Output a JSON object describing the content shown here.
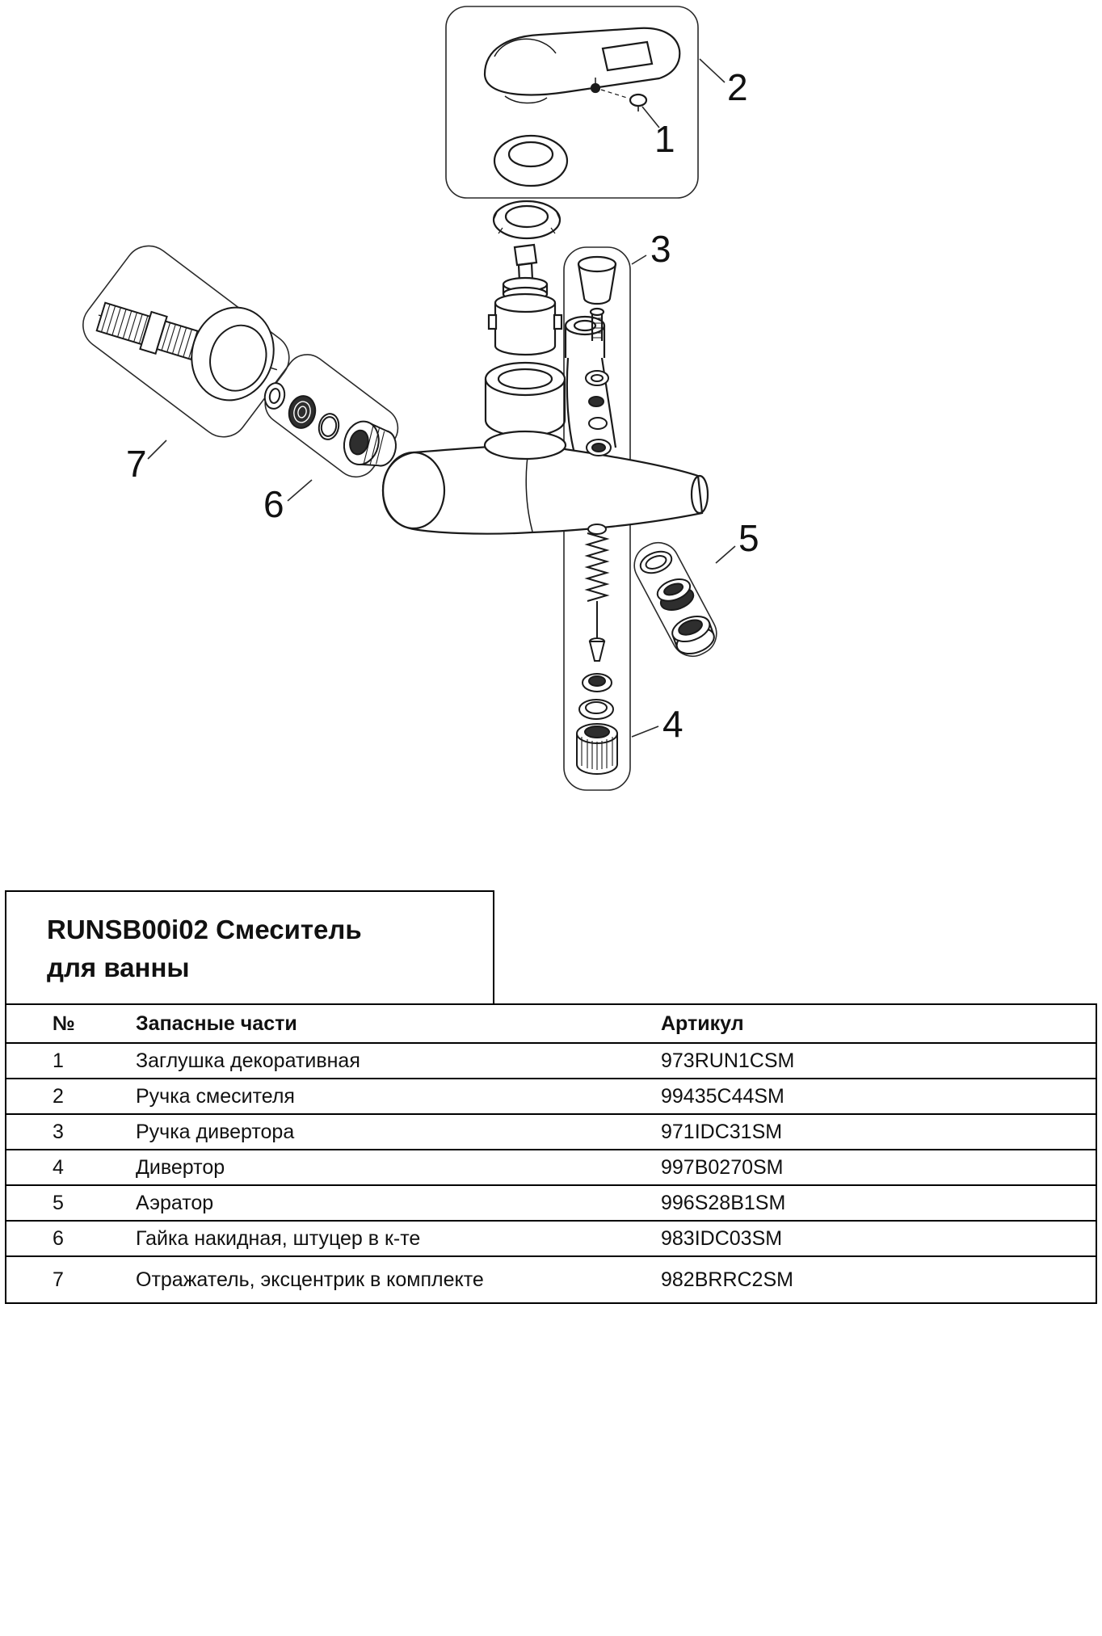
{
  "colors": {
    "line": "#1a1a1a",
    "dark_fill": "#2e2e2e",
    "box_line": "#2a2a2a",
    "table_border": "#000000",
    "background": "#ffffff"
  },
  "diagram": {
    "callouts": [
      "1",
      "2",
      "3",
      "4",
      "5",
      "6",
      "7"
    ]
  },
  "title": {
    "line1": "RUNSB00i02 Смеситель",
    "line2": "для ванны"
  },
  "table": {
    "headers": {
      "num": "№",
      "parts": "Запасные части",
      "article": "Артикул"
    },
    "rows": [
      {
        "num": "1",
        "part": "Заглушка декоративная",
        "article": "973RUN1CSM"
      },
      {
        "num": "2",
        "part": "Ручка смесителя",
        "article": "99435C44SM"
      },
      {
        "num": "3",
        "part": "Ручка дивертора",
        "article": "971IDC31SM"
      },
      {
        "num": "4",
        "part": "Дивертор",
        "article": "997B0270SM"
      },
      {
        "num": "5",
        "part": "Аэратор",
        "article": "996S28B1SM"
      },
      {
        "num": "6",
        "part": "Гайка накидная, штуцер в к-те",
        "article": "983IDC03SM"
      },
      {
        "num": "7",
        "part": "Отражатель, эксцентрик в комплекте",
        "article": "982BRRC2SM"
      }
    ]
  }
}
